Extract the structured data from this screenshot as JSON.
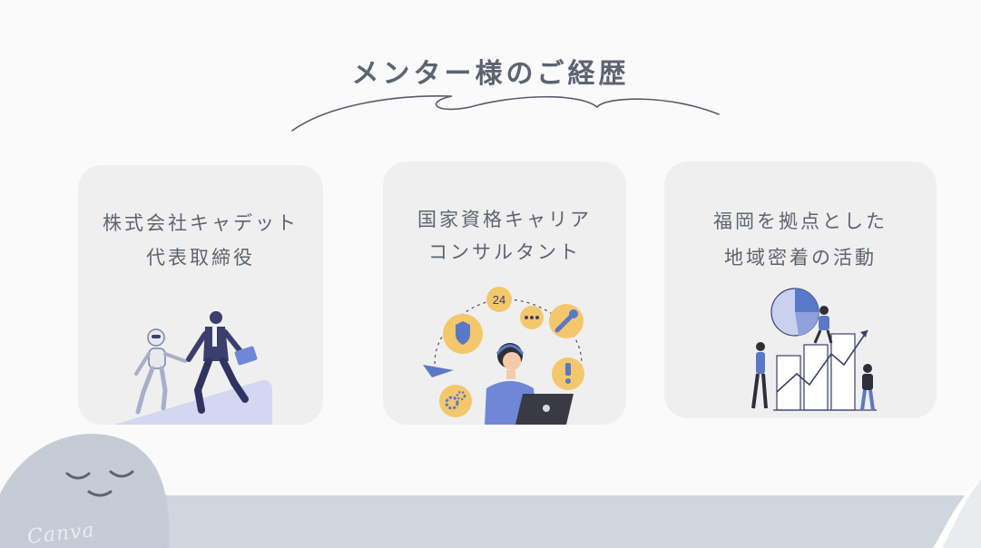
{
  "title": "メンター様のご経歴",
  "cards": [
    {
      "line1": "株式会社キャデット",
      "line2": "代表取締役",
      "illustration": "robot-and-businessman-climbing"
    },
    {
      "line1": "国家資格キャリア",
      "line2": "コンサルタント",
      "illustration": "support-agent-with-laptop"
    },
    {
      "line1": "福岡を拠点とした",
      "line2": "地域密着の活動",
      "illustration": "team-building-charts"
    }
  ],
  "badge_24": "24",
  "watermark": "Canva",
  "colors": {
    "background": "#fafafa",
    "card": "#efefef",
    "text": "#5d6470",
    "bottom_bar": "#cfd6de",
    "accent_yellow": "#f3c76b",
    "accent_blue": "#5a78c8",
    "navy": "#3b3f6e"
  }
}
